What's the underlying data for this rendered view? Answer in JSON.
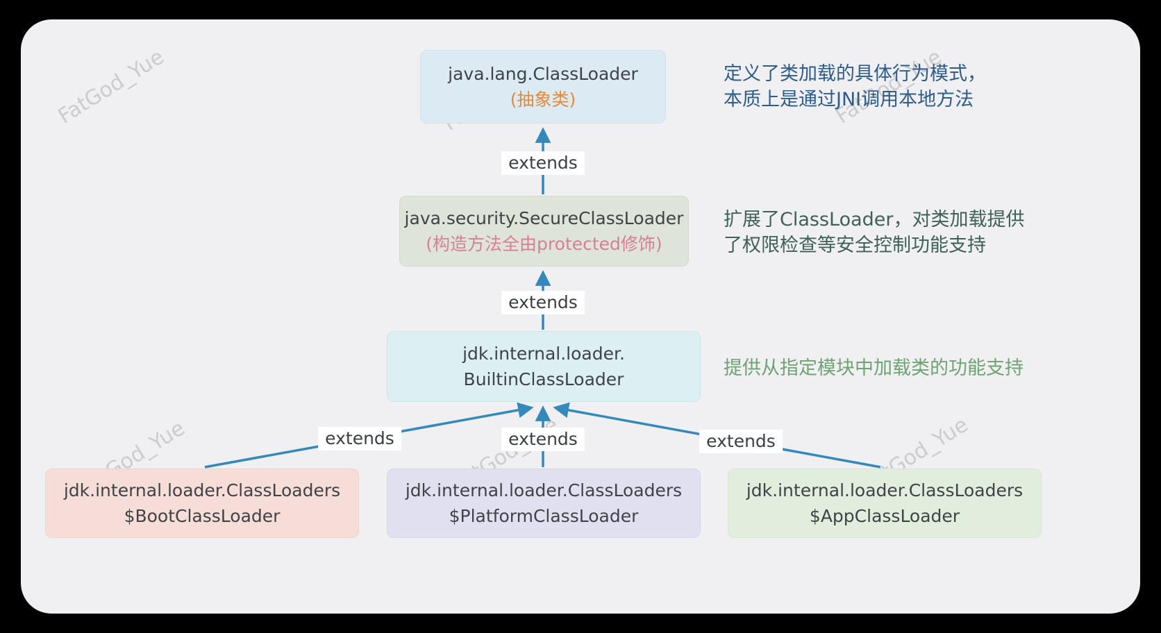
{
  "watermark": "FatGod_Yue",
  "edge_label": "extends",
  "nodes": {
    "classloader": {
      "line1": "java.lang.ClassLoader",
      "line2": "(抽象类)"
    },
    "secure": {
      "line1": "java.security.SecureClassLoader",
      "line2": "(构造方法全由protected修饰)"
    },
    "builtin": {
      "line1": "jdk.internal.loader.",
      "line2": "BuiltinClassLoader"
    },
    "boot": {
      "line1": "jdk.internal.loader.ClassLoaders",
      "line2": "$BootClassLoader"
    },
    "platform": {
      "line1": "jdk.internal.loader.ClassLoaders",
      "line2": "$PlatformClassLoader"
    },
    "app": {
      "line1": "jdk.internal.loader.ClassLoaders",
      "line2": "$AppClassLoader"
    }
  },
  "annotations": {
    "classloader": {
      "line1": "定义了类加载的具体行为模式，",
      "line2": "本质上是通过JNI调用本地方法"
    },
    "secure": {
      "line1": "扩展了ClassLoader，对类加载提供",
      "line2": "了权限检查等安全控制功能支持"
    },
    "builtin": {
      "line1": "提供从指定模块中加载类的功能支持"
    }
  },
  "colors": {
    "arrow": "#3389bb",
    "classloader_box": "#dcebf3",
    "secure_box": "#dee4d8",
    "builtin_box": "#dcf0f3",
    "boot_box": "#f6ddd7",
    "platform_box": "#e0e0f1",
    "app_box": "#e2eedd",
    "abstract_text": "#e08b3d",
    "protected_text": "#d87f95",
    "anno_classloader_text": "#2e5c8a",
    "anno_secure_text": "#3e6057",
    "anno_builtin_text": "#6fa374",
    "card_background": "#f0eff1",
    "outer_background": "#000000"
  }
}
